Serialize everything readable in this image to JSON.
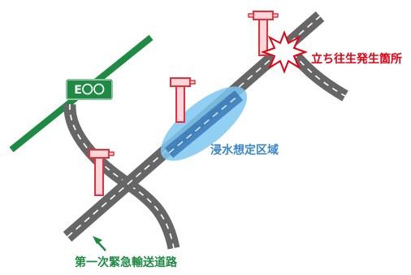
{
  "map": {
    "expressway_sign": "E〇〇",
    "stall_label": "立ち往生発生箇所",
    "flood_label": "浸水想定区域",
    "route_label": "第一次緊急輸送道路"
  },
  "colors": {
    "expressway": "#1e8a44",
    "road": "#666666",
    "stall_label": "#e60012",
    "flood_label": "#3a86c8",
    "flood_area": "#7ec8f0",
    "route_label": "#1e8a44",
    "signpost": "#e8303c"
  },
  "icons": [
    "explosion-icon",
    "arrow-icon",
    "signpost-icon"
  ]
}
